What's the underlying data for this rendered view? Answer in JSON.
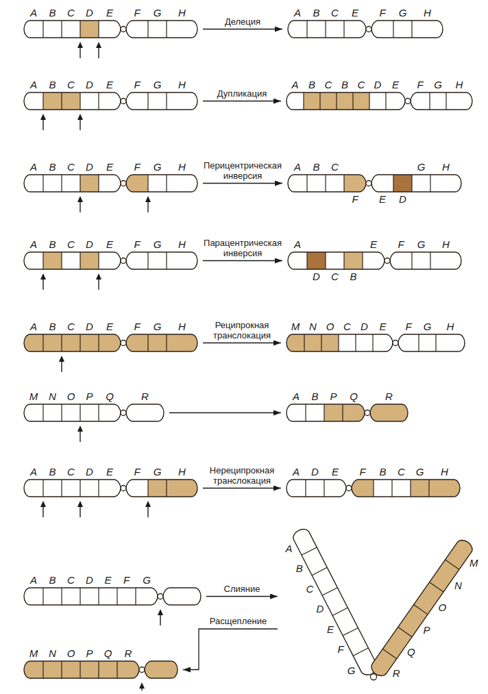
{
  "diagram": {
    "nodes": [
      {
        "text": [
          "A",
          "B",
          "C",
          "D",
          "E",
          "F",
          "G",
          "H"
        ]
      },
      {
        "text": [
          "A",
          "B",
          "C",
          "E",
          "F",
          "G",
          "H"
        ]
      },
      {
        "text": [
          "A",
          "B",
          "C",
          "D",
          "E",
          "F",
          "G",
          "H"
        ]
      },
      {
        "text": [
          "A",
          "B",
          "C",
          "B",
          "C",
          "D",
          "E",
          "F",
          "G",
          "H"
        ]
      },
      {
        "text": [
          "A",
          "B",
          "C",
          "D",
          "E",
          "F",
          "G",
          "H"
        ]
      },
      {
        "text": [
          "A",
          "B",
          "C",
          "G",
          "H",
          "F",
          "E",
          "D"
        ]
      },
      {
        "text": [
          "A",
          "B",
          "C",
          "D",
          "E",
          "F",
          "G",
          "H"
        ]
      },
      {
        "text": [
          "A",
          "E",
          "F",
          "G",
          "H",
          "D",
          "C",
          "B"
        ]
      },
      {
        "text": [
          "A",
          "B",
          "C",
          "D",
          "E",
          "F",
          "G",
          "H"
        ]
      },
      {
        "text": [
          "M",
          "N",
          "O",
          "C",
          "D",
          "E",
          "F",
          "G",
          "H"
        ]
      },
      {
        "text": [
          "M",
          "N",
          "O",
          "P",
          "Q",
          "R"
        ]
      },
      {
        "text": [
          "A",
          "B",
          "P",
          "Q",
          "R"
        ]
      },
      {
        "text": [
          "A",
          "B",
          "C",
          "D",
          "E",
          "F",
          "G",
          "H"
        ]
      },
      {
        "text": [
          "A",
          "D",
          "E",
          "F",
          "B",
          "C",
          "G",
          "H"
        ]
      },
      {
        "text": [
          "A",
          "B",
          "C",
          "D",
          "E",
          "F",
          "G"
        ]
      },
      {
        "text": [
          "A",
          "B",
          "C",
          "D",
          "E",
          "F",
          "G",
          "R",
          "Q",
          "P",
          "O",
          "N",
          "M"
        ]
      },
      {
        "text": [
          "M",
          "N",
          "O",
          "P",
          "Q",
          "R"
        ]
      }
    ],
    "edges": [
      {
        "from": 0,
        "to": 1,
        "arrow": "to",
        "label": "Делеция"
      },
      {
        "from": 2,
        "to": 3,
        "arrow": "to",
        "label": "Дупликация"
      },
      {
        "from": 4,
        "to": 5,
        "arrow": "to",
        "label": "Перицентрическая инверсия"
      },
      {
        "from": 6,
        "to": 7,
        "arrow": "to",
        "label": "Парацентрическая инверсия"
      },
      {
        "from": 8,
        "to": 9,
        "arrow": "to",
        "label": "Реципрокная транслокация"
      },
      {
        "from": 10,
        "to": 11,
        "arrow": "to"
      },
      {
        "from": 12,
        "to": 13,
        "arrow": "to",
        "label": "Нереципрокная транслокация"
      },
      {
        "from": 14,
        "to": 15,
        "arrow": "to",
        "label": "Слияние"
      },
      {
        "from": 15,
        "to": 16,
        "arrow": "to",
        "label": "Расщепление"
      }
    ]
  }
}
